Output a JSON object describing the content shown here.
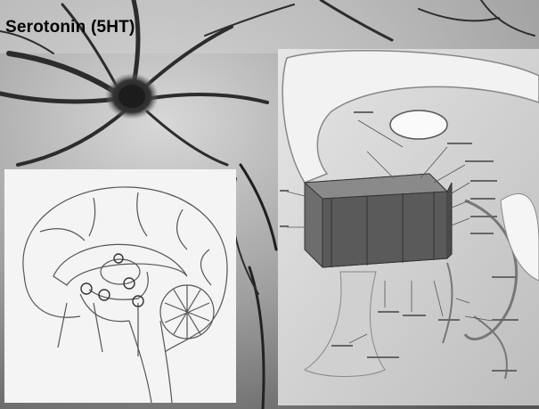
{
  "slide": {
    "title": "Serotonin (5HT)"
  },
  "palette": {
    "background_gray": "#555555",
    "neuron_dark": "#2a2a2a",
    "panel_light": "#f4f4f4",
    "panel_right": "#d9d9d9"
  },
  "images": {
    "background": "neuron-photo",
    "left_panel": "sagittal-brain-diagram",
    "right_panel": "thalamus-anatomy-illustration"
  }
}
